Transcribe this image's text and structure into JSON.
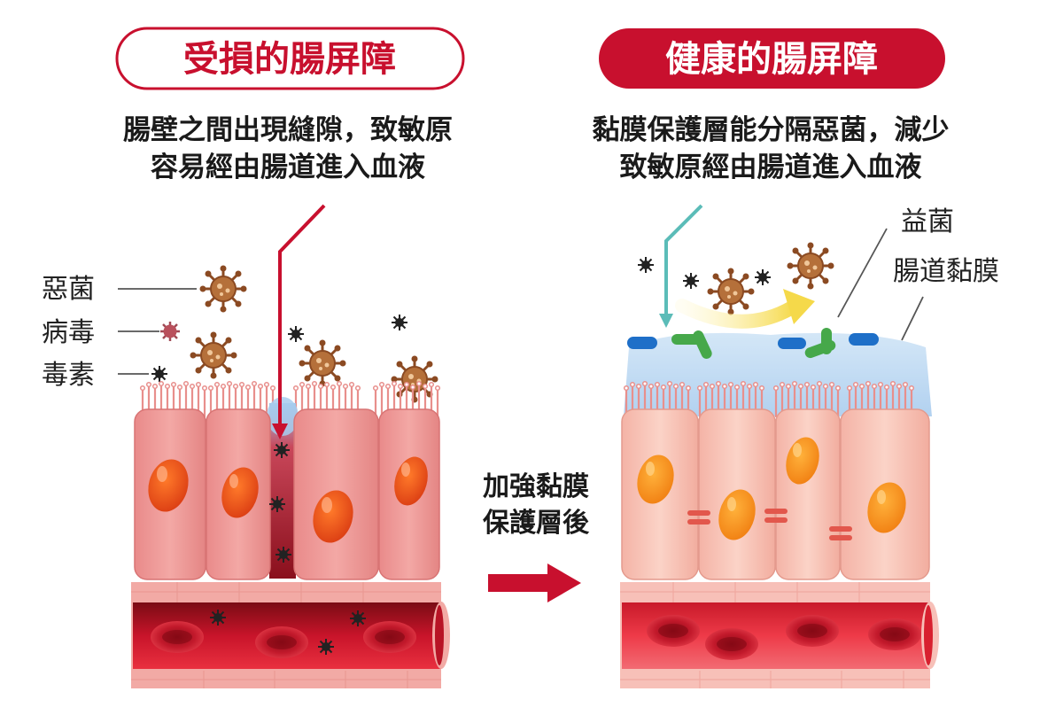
{
  "left": {
    "title": "受損的腸屏障",
    "desc_line1": "腸壁之間出現縫隙，致敏原",
    "desc_line2": "容易經由腸道進入血液"
  },
  "right": {
    "title": "健康的腸屏障",
    "desc_line1": "黏膜保護層能分隔惡菌，減少",
    "desc_line2": "致敏原經由腸道進入血液"
  },
  "legend": {
    "bad_bacteria": "惡菌",
    "virus": "病毒",
    "toxin": "毒素"
  },
  "right_labels": {
    "good_bacteria": "益菌",
    "mucosa": "腸道黏膜"
  },
  "middle": {
    "line1": "加強黏膜",
    "line2": "保護層後"
  },
  "colors": {
    "brand_red": "#c8102e",
    "teal": "#5bbcb8"
  }
}
